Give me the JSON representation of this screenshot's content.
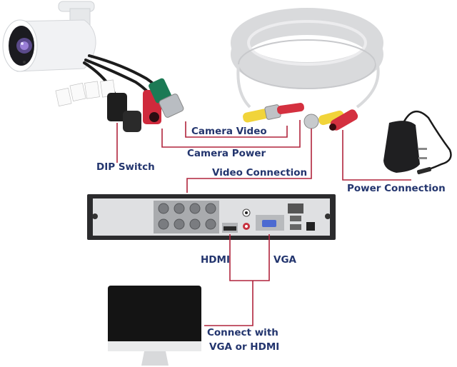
{
  "diagram": {
    "title": "Security Camera Wiring Diagram",
    "line_color": "#b0243c",
    "text_color": "#23356e",
    "components": [
      {
        "id": "camera",
        "name": "Bullet Security Camera"
      },
      {
        "id": "cable",
        "name": "BNC Video/Power Cable"
      },
      {
        "id": "adapter",
        "name": "Power Adapter"
      },
      {
        "id": "dvr",
        "name": "DVR Recorder"
      },
      {
        "id": "monitor",
        "name": "Monitor"
      }
    ],
    "labels": {
      "camera_video": "Camera Video",
      "camera_power": "Camera Power",
      "dip_switch": "DIP Switch",
      "video_connection": "Video Connection",
      "power_connection": "Power Connection",
      "hdmi": "HDMI",
      "vga": "VGA",
      "connect_line1": "Connect with",
      "connect_line2": "VGA or HDMI"
    }
  }
}
